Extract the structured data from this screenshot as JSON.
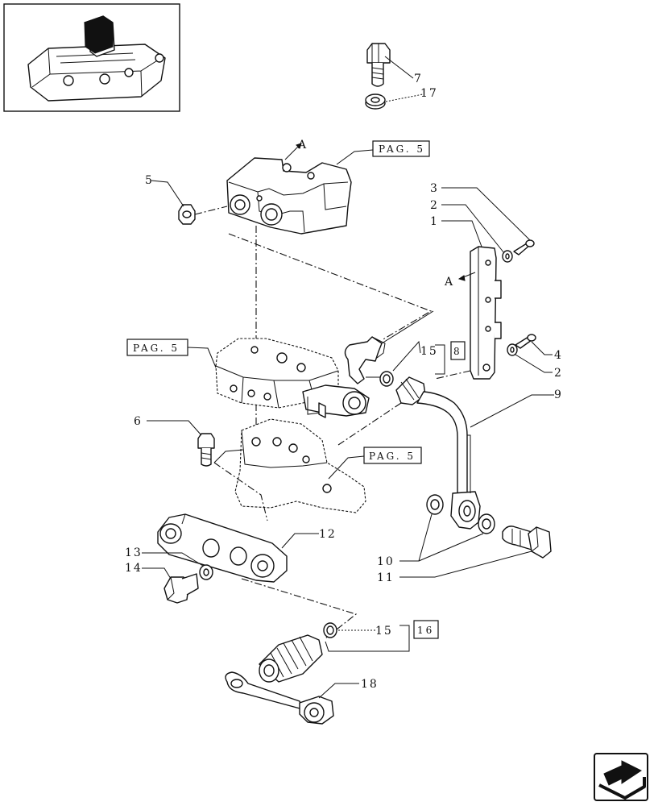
{
  "callouts": {
    "c7": "7",
    "c17": "17",
    "c5": "5",
    "c3": "3",
    "c2a": "2",
    "c1": "1",
    "c4": "4",
    "c2b": "2",
    "c9": "9",
    "c15a": "15",
    "c6": "6",
    "c12": "12",
    "c13": "13",
    "c14": "14",
    "c10": "10",
    "c11": "11",
    "c15b": "15",
    "c18": "18"
  },
  "references": {
    "pag_top": "PAG. 5",
    "pag_mid": "PAG. 5",
    "pag_low": "PAG. 5",
    "box8": "8",
    "box16": "16"
  },
  "markers": {
    "a_top": "A",
    "a_side": "A"
  }
}
